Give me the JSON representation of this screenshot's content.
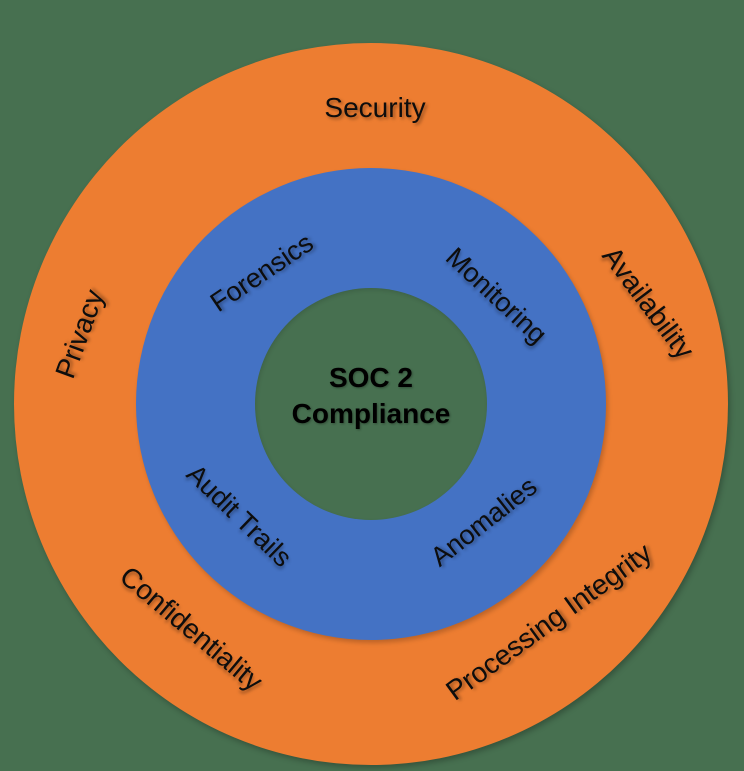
{
  "diagram": {
    "background_color": "#477050",
    "center": {
      "line1": "SOC 2",
      "line2": "Compliance",
      "circle_color": "#477050",
      "text_color": "#000000"
    },
    "outer_ring": {
      "color": "#ED7D31",
      "labels": {
        "security": "Security",
        "availability": "Availability",
        "processing_integrity": "Processing Integrity",
        "confidentiality": "Confidentiality",
        "privacy": "Privacy"
      }
    },
    "middle_ring": {
      "color": "#4472C4",
      "labels": {
        "forensics": "Forensics",
        "monitoring": "Monitoring",
        "audit_trails": "Audit Trails",
        "anomalies": "Anomalies"
      }
    },
    "label_text_color": "#0d0d0d"
  }
}
